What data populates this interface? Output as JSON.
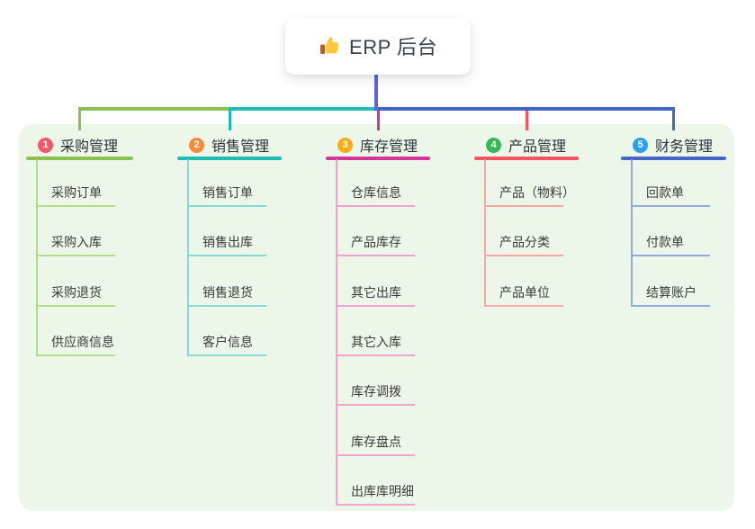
{
  "root_node": {
    "icon": "thumbs-up-icon",
    "title": "ERP 后台"
  },
  "branches": [
    {
      "num": "1",
      "title": "采购管理",
      "color": "#8CC152",
      "light_color": "#B4DB8E",
      "badge_color": "#F4566B",
      "children": [
        "采购订单",
        "采购入库",
        "采购退货",
        "供应商信息"
      ]
    },
    {
      "num": "2",
      "title": "销售管理",
      "color": "#1FBCB4",
      "light_color": "#84DAD4",
      "badge_color": "#F98B3B",
      "children": [
        "销售订单",
        "销售出库",
        "销售退货",
        "客户信息"
      ]
    },
    {
      "num": "3",
      "title": "库存管理",
      "color": "#D63598",
      "light_color": "#F2A2CC",
      "badge_color": "#FBAD17",
      "children": [
        "仓库信息",
        "产品库存",
        "其它出库",
        "其它入库",
        "库存调拨",
        "库存盘点",
        "出库库明细"
      ]
    },
    {
      "num": "4",
      "title": "产品管理",
      "color": "#F4535F",
      "light_color": "#F9A8A8",
      "badge_color": "#35B957",
      "children": [
        "产品（物料）",
        "产品分类",
        "产品单位"
      ]
    },
    {
      "num": "5",
      "title": "财务管理",
      "color": "#4565C8",
      "light_color": "#95A9DC",
      "badge_color": "#2BA0EE",
      "children": [
        "回款单",
        "付款单",
        "结算账户"
      ]
    }
  ],
  "colors": {
    "page_bg": "#FFFFFF",
    "panel_bg": "#EDF7E9",
    "card_bg": "#FFFFFF",
    "root_connector": "#5A67DC",
    "root_text": "#3A4148",
    "title_text": "#2E3138",
    "node_text": "#3A3A3A",
    "thumb_yellow": "#FFC83D",
    "thumb_cuff": "#B15F2F"
  }
}
